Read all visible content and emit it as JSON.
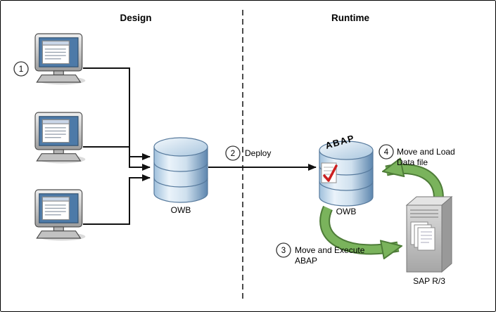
{
  "diagram": {
    "sections": {
      "design": "Design",
      "runtime": "Runtime"
    },
    "steps": {
      "s1": {
        "num": "1"
      },
      "s2": {
        "num": "2",
        "label": "Deploy"
      },
      "s3": {
        "num": "3",
        "label_line1": "Move and Execute",
        "label_line2": "ABAP"
      },
      "s4": {
        "num": "4",
        "label_line1": "Move and Load",
        "label_line2": "Data file"
      }
    },
    "nodes": {
      "owb_design": "OWB",
      "owb_runtime": "OWB",
      "abap_tag": "ABAP",
      "sap": "SAP R/3"
    },
    "colors": {
      "arrow_green": "#7ab35c",
      "arrow_green_dark": "#4e7c38",
      "check_red": "#cc1f1f",
      "db_blue": "#5d86ae"
    }
  }
}
